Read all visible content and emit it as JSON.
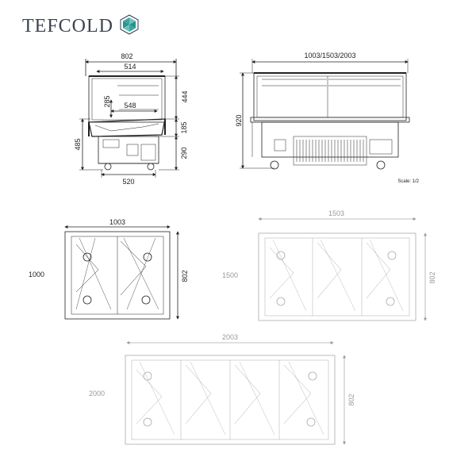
{
  "brand": {
    "name": "TEFCOLD",
    "logo_icon": "snowflake-hexagon-icon",
    "colors": {
      "text": "#3b4350",
      "icon_teal": "#3aa6a0",
      "icon_dark": "#2c3e50"
    }
  },
  "views": {
    "side": {
      "width_top": "802",
      "width_inner": "514",
      "height_upper": "285",
      "width_mid": "548",
      "height_glass": "444",
      "height_total": "485",
      "height_step": "185",
      "height_base": "290",
      "width_base": "520"
    },
    "front": {
      "width": "1003/1503/2003",
      "height": "920",
      "scale_label": "Scale: 1/2"
    },
    "plan_1003": {
      "width": "1003",
      "depth": "802",
      "length": "1000"
    },
    "plan_1503": {
      "width": "1503",
      "depth": "802",
      "length": "1500"
    },
    "plan_2003": {
      "width": "2003",
      "depth": "802",
      "length": "2000"
    }
  }
}
